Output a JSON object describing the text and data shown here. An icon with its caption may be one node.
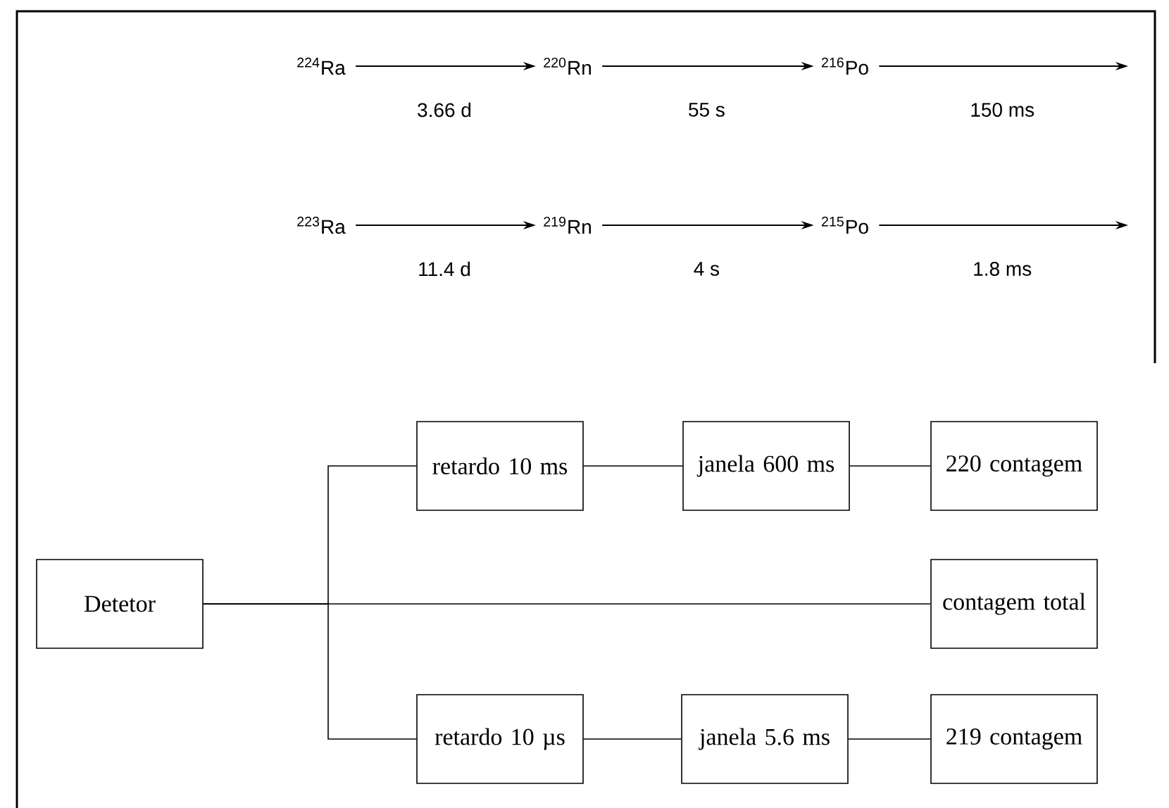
{
  "diagram": {
    "nodes": [
      {
        "text": [
          "$^{224}$Ra"
        ]
      },
      {
        "text": [
          "$^{220}$Rn"
        ]
      },
      {
        "text": [
          "$^{216}$Po"
        ]
      },
      {
        "text": [
          "$^{223}$Ra"
        ]
      },
      {
        "text": [
          "$^{219}$Rn"
        ]
      },
      {
        "text": [
          "$^{215}$Po"
        ]
      },
      {
        "text": [
          "Detetor"
        ]
      },
      {
        "text": [
          "retardo 10 ms"
        ]
      },
      {
        "text": [
          "janela 600 ms"
        ]
      },
      {
        "text": [
          "220 contagem"
        ]
      },
      {
        "text": [
          "contagem total"
        ]
      },
      {
        "text": [
          "retardo 10 µs"
        ]
      },
      {
        "text": [
          "janela 5.6 ms"
        ]
      },
      {
        "text": [
          "219 contagem"
        ]
      }
    ],
    "edges": [
      {
        "from": 0,
        "to": 1,
        "arrow": "to",
        "label": "3.66 d"
      },
      {
        "from": 1,
        "to": 2,
        "arrow": "to",
        "label": "55 s"
      },
      {
        "from": 2,
        "to": null,
        "arrow": "to",
        "label": "150 ms"
      },
      {
        "from": 3,
        "to": 4,
        "arrow": "to",
        "label": "11.4 d"
      },
      {
        "from": 4,
        "to": 5,
        "arrow": "to",
        "label": "4 s"
      },
      {
        "from": 5,
        "to": null,
        "arrow": "to",
        "label": "1.8 ms"
      },
      {
        "from": 6,
        "to": 7,
        "arrow": "none"
      },
      {
        "from": 6,
        "to": 10,
        "arrow": "none"
      },
      {
        "from": 6,
        "to": 11,
        "arrow": "none"
      },
      {
        "from": 7,
        "to": 8,
        "arrow": "none"
      },
      {
        "from": 8,
        "to": 9,
        "arrow": "none"
      },
      {
        "from": 11,
        "to": 12,
        "arrow": "none"
      },
      {
        "from": 12,
        "to": 13,
        "arrow": "none"
      }
    ]
  }
}
